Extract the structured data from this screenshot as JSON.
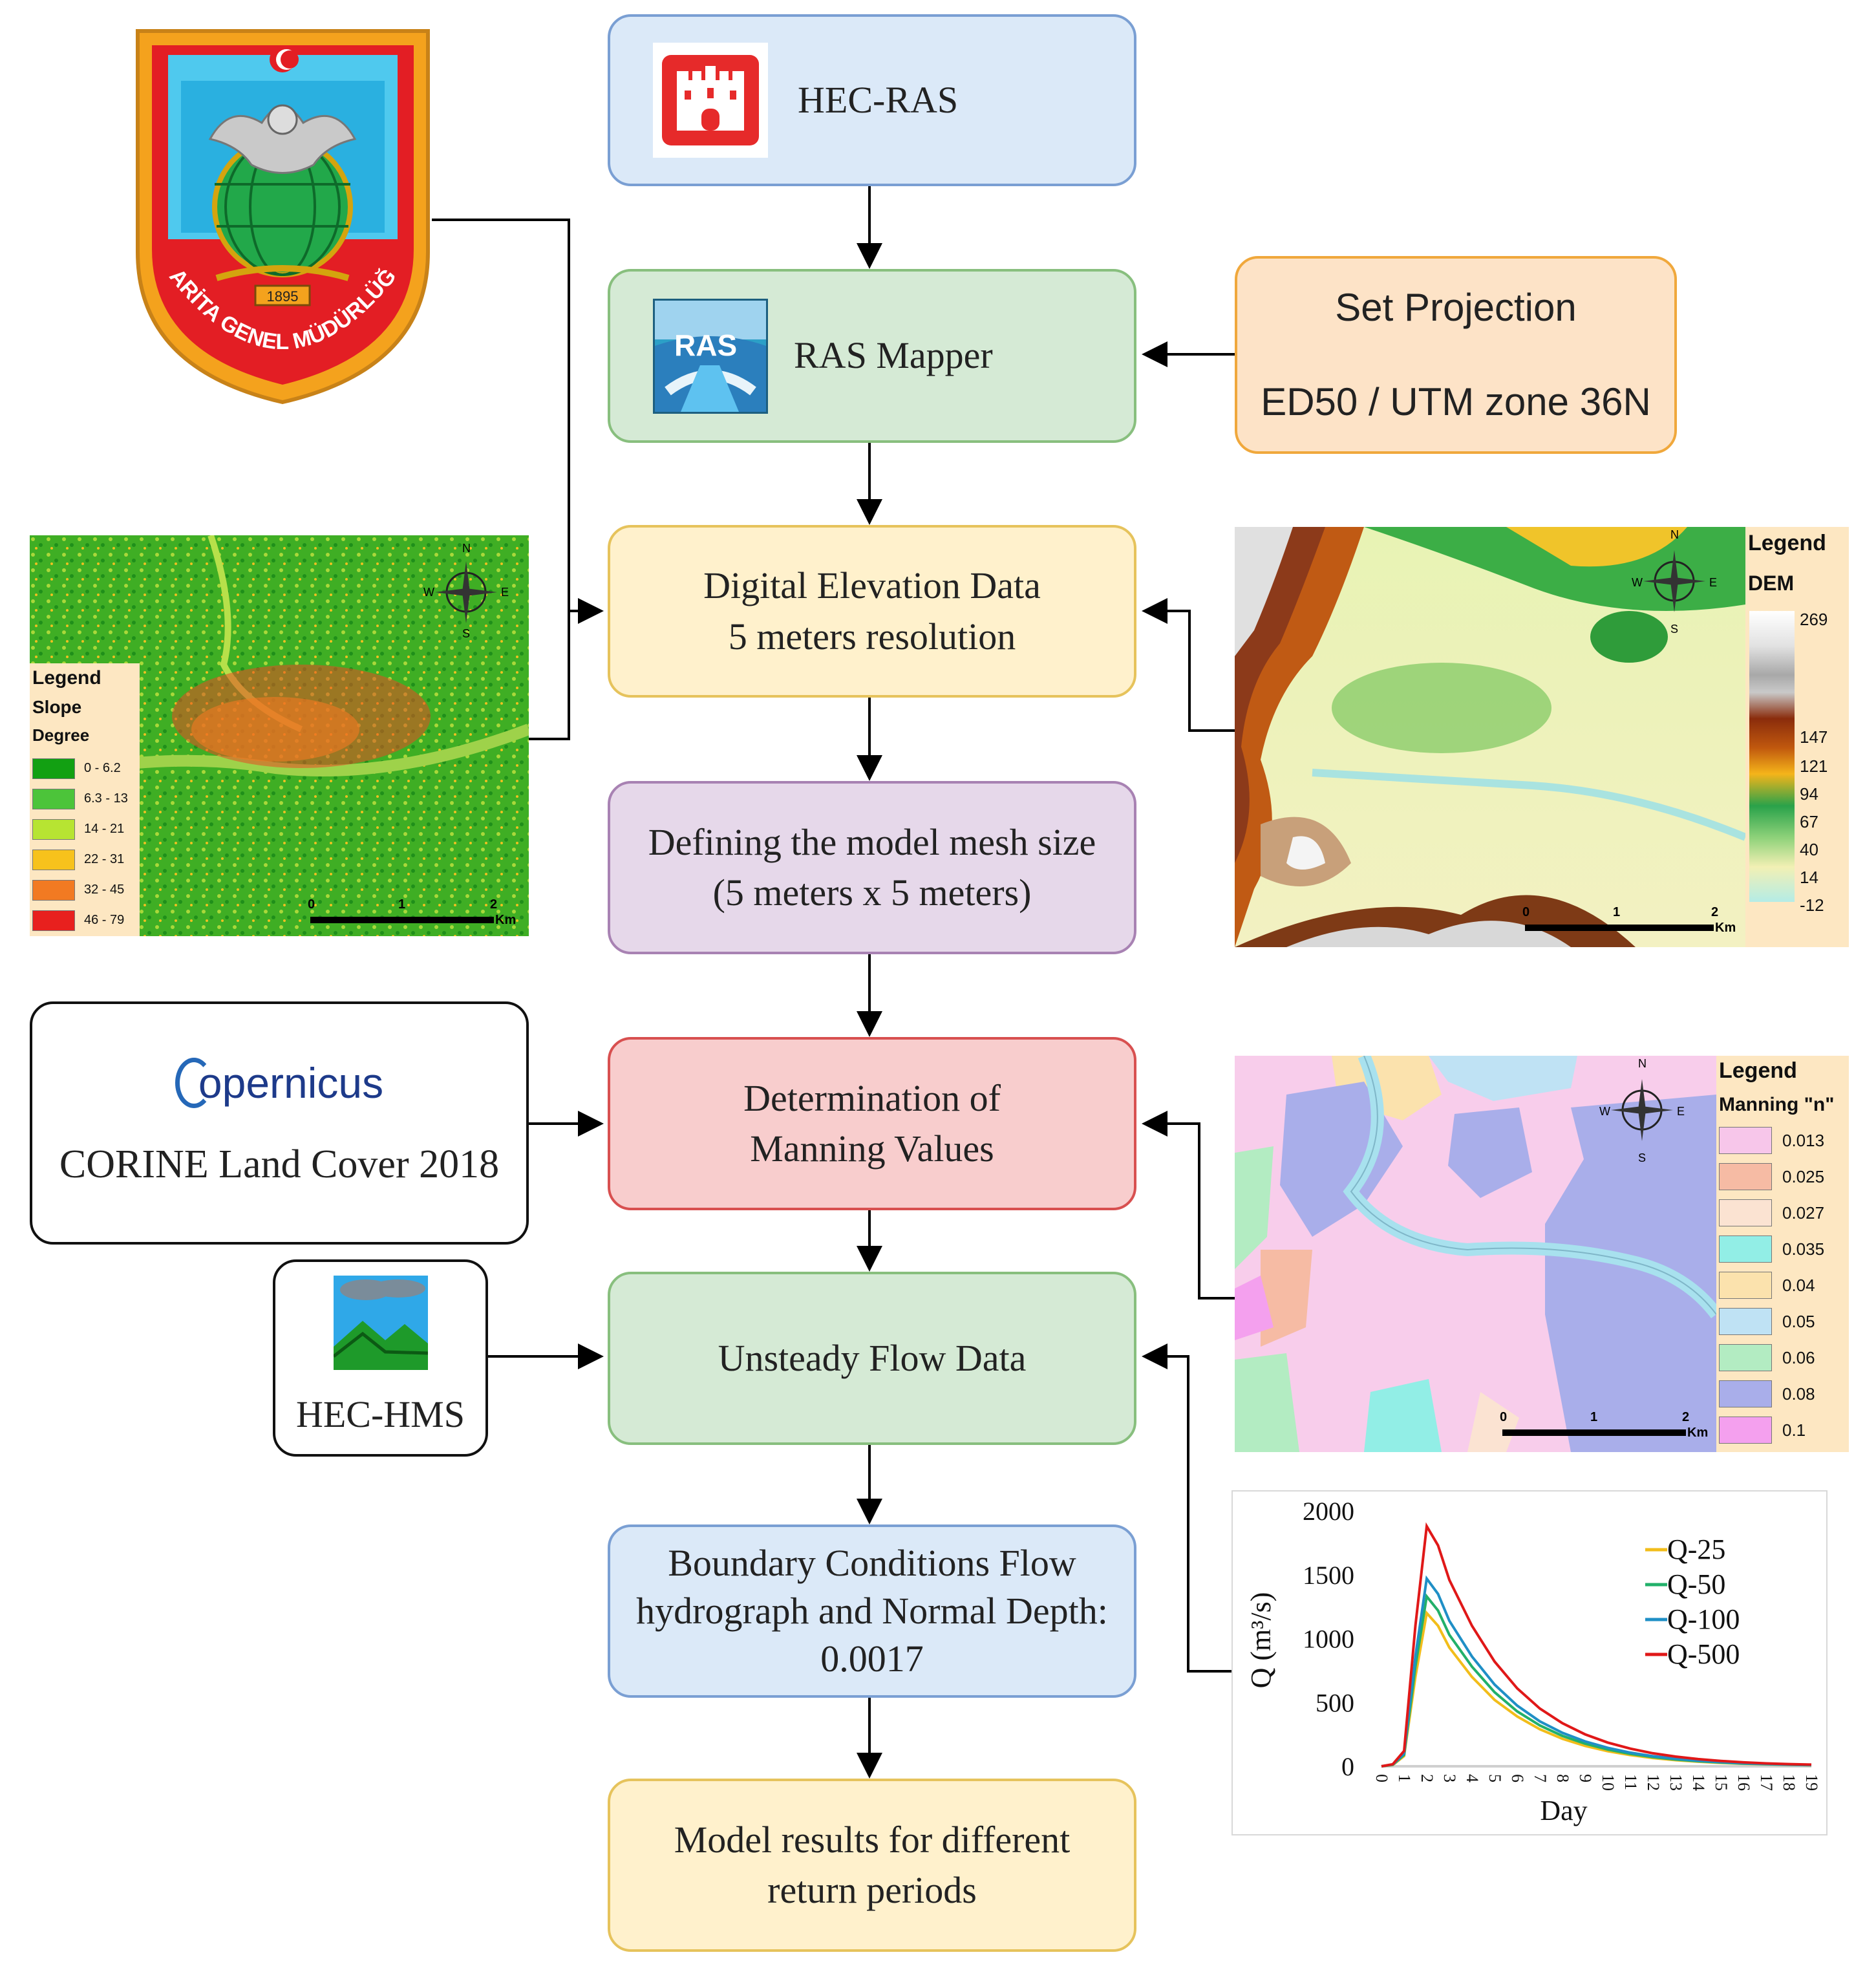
{
  "flow": {
    "hec_ras": "HEC-RAS",
    "ras_mapper": "RAS Mapper",
    "ras_icon_text": "RAS",
    "dem": "Digital Elevation Data\n5 meters resolution",
    "mesh": "Defining the model mesh size\n(5 meters x 5 meters)",
    "manning": "Determination of\nManning Values",
    "unsteady": "Unsteady Flow Data",
    "boundary": "Boundary Conditions Flow\nhydrograph and Normal Depth:\n0.0017",
    "results": "Model results for different\nreturn periods"
  },
  "projection": {
    "title": "Set Projection",
    "value": "ED50 / UTM zone 36N"
  },
  "sources": {
    "logo_text": "HARİTA GENEL MÜDÜRLÜĞÜ",
    "logo_year": "1895",
    "copernicus": "opernicus",
    "corine": "CORINE Land Cover 2018",
    "hec_hms": "HEC-HMS"
  },
  "slope_map": {
    "legend": "Legend",
    "sub1": "Slope",
    "sub2": "Degree",
    "classes": [
      {
        "label": "0 - 6.2",
        "color": "#12a012"
      },
      {
        "label": "6.3 - 13",
        "color": "#4cc43a"
      },
      {
        "label": "14 - 21",
        "color": "#b7e432"
      },
      {
        "label": "22 - 31",
        "color": "#f7c21c"
      },
      {
        "label": "32 - 45",
        "color": "#f27a22"
      },
      {
        "label": "46 - 79",
        "color": "#e8201e"
      }
    ],
    "scale": [
      "0",
      "1",
      "2"
    ],
    "unit": "Km",
    "compass": {
      "n": "N",
      "s": "S",
      "e": "E",
      "w": "W"
    }
  },
  "dem_map": {
    "legend": "Legend",
    "sub": "DEM",
    "ticks": [
      "269",
      "147",
      "121",
      "94",
      "67",
      "40",
      "14",
      "-12"
    ],
    "scale": [
      "0",
      "1",
      "2"
    ],
    "unit": "Km",
    "compass": {
      "n": "N",
      "s": "S",
      "e": "E",
      "w": "W"
    }
  },
  "manning_map": {
    "legend": "Legend",
    "sub": "Manning \"n\"",
    "classes": [
      {
        "label": "0.013",
        "color": "#f7c6ea"
      },
      {
        "label": "0.025",
        "color": "#f6bba4"
      },
      {
        "label": "0.027",
        "color": "#fbe3d2"
      },
      {
        "label": "0.035",
        "color": "#92eee6"
      },
      {
        "label": "0.04",
        "color": "#fbe2ad"
      },
      {
        "label": "0.05",
        "color": "#bfe2f4"
      },
      {
        "label": "0.06",
        "color": "#b3ecc2"
      },
      {
        "label": "0.08",
        "color": "#a9aeea"
      },
      {
        "label": "0.1",
        "color": "#f4a0ee"
      }
    ],
    "scale": [
      "0",
      "1",
      "2"
    ],
    "unit": "Km",
    "compass": {
      "n": "N",
      "s": "S",
      "e": "E",
      "w": "W"
    }
  },
  "chart_data": {
    "type": "line",
    "xlabel": "Day",
    "ylabel": "Q (m³/s)",
    "ylim": [
      0,
      2000
    ],
    "yticks": [
      0,
      500,
      1000,
      1500,
      2000
    ],
    "xticks": [
      0,
      1,
      2,
      3,
      4,
      5,
      6,
      7,
      8,
      9,
      10,
      11,
      12,
      13,
      14,
      15,
      16,
      17,
      18,
      19
    ],
    "x": [
      0,
      0.5,
      1,
      1.5,
      2,
      2.5,
      3,
      4,
      5,
      6,
      7,
      8,
      9,
      10,
      11,
      12,
      13,
      14,
      15,
      16,
      17,
      18,
      19
    ],
    "series": [
      {
        "name": "Q-25",
        "color": "#f2bd1a",
        "values": [
          0,
          10,
          80,
          700,
          1200,
          1100,
          930,
          700,
          520,
          390,
          290,
          215,
          160,
          118,
          88,
          65,
          48,
          36,
          27,
          20,
          15,
          11,
          8
        ]
      },
      {
        "name": "Q-50",
        "color": "#22b06a",
        "values": [
          0,
          12,
          90,
          780,
          1330,
          1220,
          1030,
          780,
          580,
          430,
          320,
          238,
          177,
          131,
          97,
          72,
          53,
          40,
          30,
          22,
          16,
          12,
          9
        ]
      },
      {
        "name": "Q-100",
        "color": "#1f8fc6",
        "values": [
          0,
          14,
          100,
          860,
          1470,
          1350,
          1140,
          860,
          640,
          475,
          352,
          262,
          195,
          145,
          107,
          79,
          59,
          44,
          33,
          24,
          18,
          13,
          10
        ]
      },
      {
        "name": "Q-500",
        "color": "#e01818",
        "values": [
          0,
          16,
          120,
          1100,
          1880,
          1730,
          1460,
          1100,
          820,
          610,
          452,
          337,
          250,
          186,
          138,
          102,
          76,
          56,
          42,
          31,
          23,
          17,
          13
        ]
      }
    ]
  }
}
